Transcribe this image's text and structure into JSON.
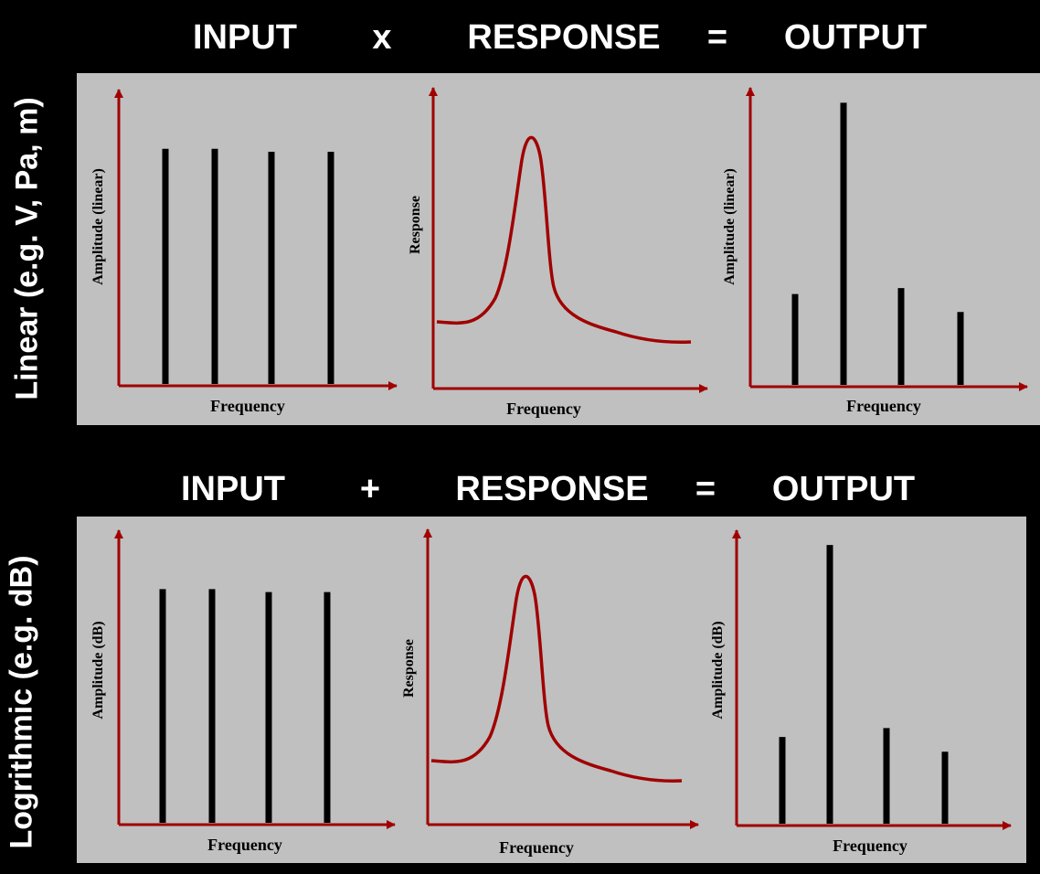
{
  "colors": {
    "background": "#000000",
    "panel": "#c0c0c0",
    "axis": "#a00000",
    "curve": "#a00000",
    "bar": "#000000",
    "text": "#ffffff"
  },
  "rows": [
    {
      "row_label": "Linear (e.g. V, Pa, m)",
      "equation": {
        "input": "INPUT",
        "op": "x",
        "response": "RESPONSE",
        "equals": "=",
        "output": "OUTPUT"
      },
      "input_chart": {
        "ylabel": "Amplitude (linear)",
        "xlabel": "Frequency",
        "bars": [
          0.8,
          0.8,
          0.79,
          0.79
        ]
      },
      "response_chart": {
        "ylabel": "Response",
        "xlabel": "Frequency"
      },
      "output_chart": {
        "ylabel": "Amplitude (linear)",
        "xlabel": "Frequency",
        "bars": [
          0.31,
          0.95,
          0.33,
          0.25
        ]
      }
    },
    {
      "row_label": "Logrithmic (e.g. dB)",
      "equation": {
        "input": "INPUT",
        "op": "+",
        "response": "RESPONSE",
        "equals": "=",
        "output": "OUTPUT"
      },
      "input_chart": {
        "ylabel": "Amplitude (dB)",
        "xlabel": "Frequency",
        "bars": [
          0.8,
          0.8,
          0.79,
          0.79
        ]
      },
      "response_chart": {
        "ylabel": "Response",
        "xlabel": "Frequency"
      },
      "output_chart": {
        "ylabel": "Amplitude (dB)",
        "xlabel": "Frequency",
        "bars": [
          0.3,
          0.95,
          0.33,
          0.25
        ]
      }
    }
  ]
}
